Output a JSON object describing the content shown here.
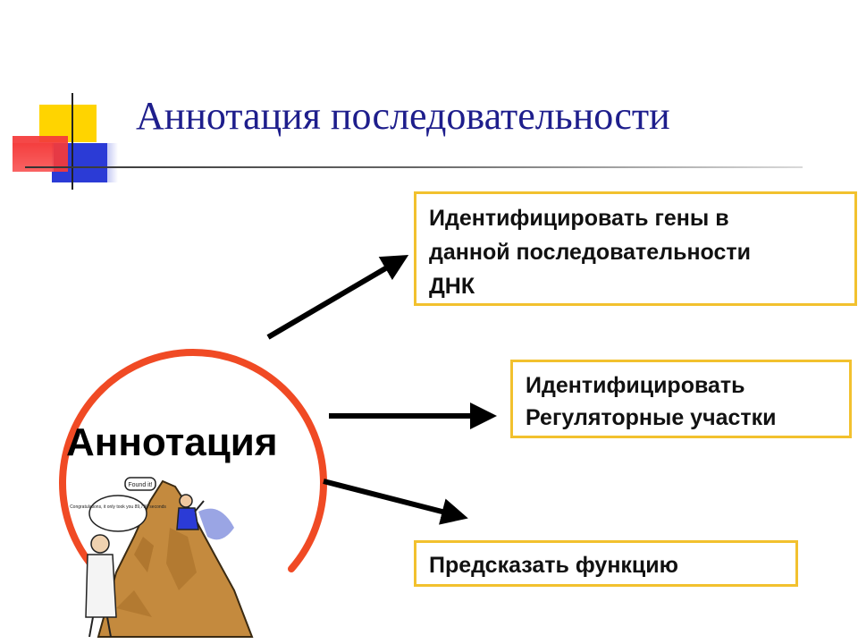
{
  "slide": {
    "title": "Аннотация последовательности",
    "center_label": "Аннотация",
    "targets": [
      {
        "lines": [
          "Идентифицировать гены в",
          "данной последовательности",
          "ДНК"
        ]
      },
      {
        "lines": [
          "Идентифицировать",
          "Регуляторные участки"
        ]
      },
      {
        "lines": [
          "Предсказать функцию"
        ]
      }
    ],
    "cartoon_speech_1": "Found it!",
    "cartoon_speech_2": "Congratulations, it only took you 89,790 seconds"
  },
  "colors": {
    "title": "#1e1e8c",
    "circle": "#f04a24",
    "box_border": "#f2c12e",
    "arrow": "#000000",
    "deco_yellow": "#ffd400",
    "deco_blue": "#2b3bd6",
    "deco_red": "#f43a3a"
  },
  "icons": [
    "mountain-illustration",
    "scientist-illustration"
  ]
}
